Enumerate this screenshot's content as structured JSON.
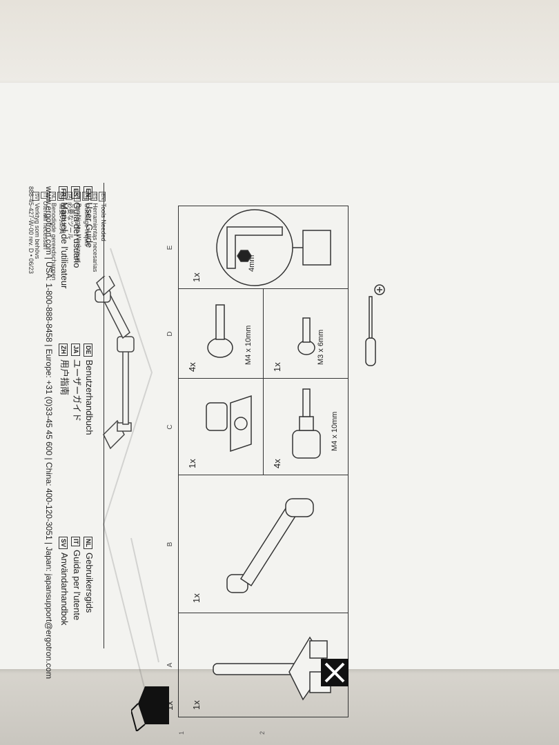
{
  "parts_table": {
    "columns": [
      "A",
      "B",
      "C",
      "D",
      "E"
    ],
    "rows": [
      "1",
      "2"
    ],
    "items": [
      {
        "col": "A",
        "qty": "1x",
        "size": ""
      },
      {
        "col": "B",
        "qty": "1x",
        "size": ""
      },
      {
        "col": "C",
        "row": "1",
        "qty": "1x",
        "size": ""
      },
      {
        "col": "C",
        "row": "2",
        "qty": "4x",
        "size": "M4 x 10mm"
      },
      {
        "col": "D",
        "row": "1",
        "qty": "4x",
        "size": "M4 x 10mm"
      },
      {
        "col": "D",
        "row": "2",
        "qty": "1x",
        "size": "M3 x 6mm"
      },
      {
        "col": "E",
        "qty": "1x",
        "size": "4mm"
      }
    ]
  },
  "box_qty": "1x",
  "tools_needed": [
    {
      "code": "EN",
      "text": "Tools Needed"
    },
    {
      "code": "ES",
      "text": "Herramientas necesarias"
    },
    {
      "code": "FR",
      "text": "Outillage requis"
    },
    {
      "code": "DE",
      "text": "Benötigtes Werkzeug"
    },
    {
      "code": "JA",
      "text": "必要なツール"
    },
    {
      "code": "ZH",
      "text": "需要的工具"
    },
    {
      "code": "NL",
      "text": "Benodigde gereedschappen"
    },
    {
      "code": "IT",
      "text": "Utensili necessari"
    },
    {
      "code": "SV",
      "text": "Verktyg som behövs"
    }
  ],
  "guides": [
    {
      "code": "EN",
      "text": "User Guide"
    },
    {
      "code": "ES",
      "text": "Guía del usuario"
    },
    {
      "code": "FR",
      "text": "Manuel de l'utilisateur"
    },
    {
      "code": "DE",
      "text": "Benutzerhandbuch"
    },
    {
      "code": "JA",
      "text": "ユーザーガイド"
    },
    {
      "code": "ZH",
      "text": "用户指南"
    },
    {
      "code": "NL",
      "text": "Gebruikersgids"
    },
    {
      "code": "IT",
      "text": "Guida per l'utente"
    },
    {
      "code": "SV",
      "text": "Användarhandbok"
    }
  ],
  "contact_line": "www.ergotron.com  |  USA: 1-800-888-8458  |  Europe: +31 (0)33-45 45 600  |  China: 400-120-3051  |  Japan: japansupport@ergotron.com",
  "doc_number": "888-45-427-W-00 rev. D • 06/23"
}
